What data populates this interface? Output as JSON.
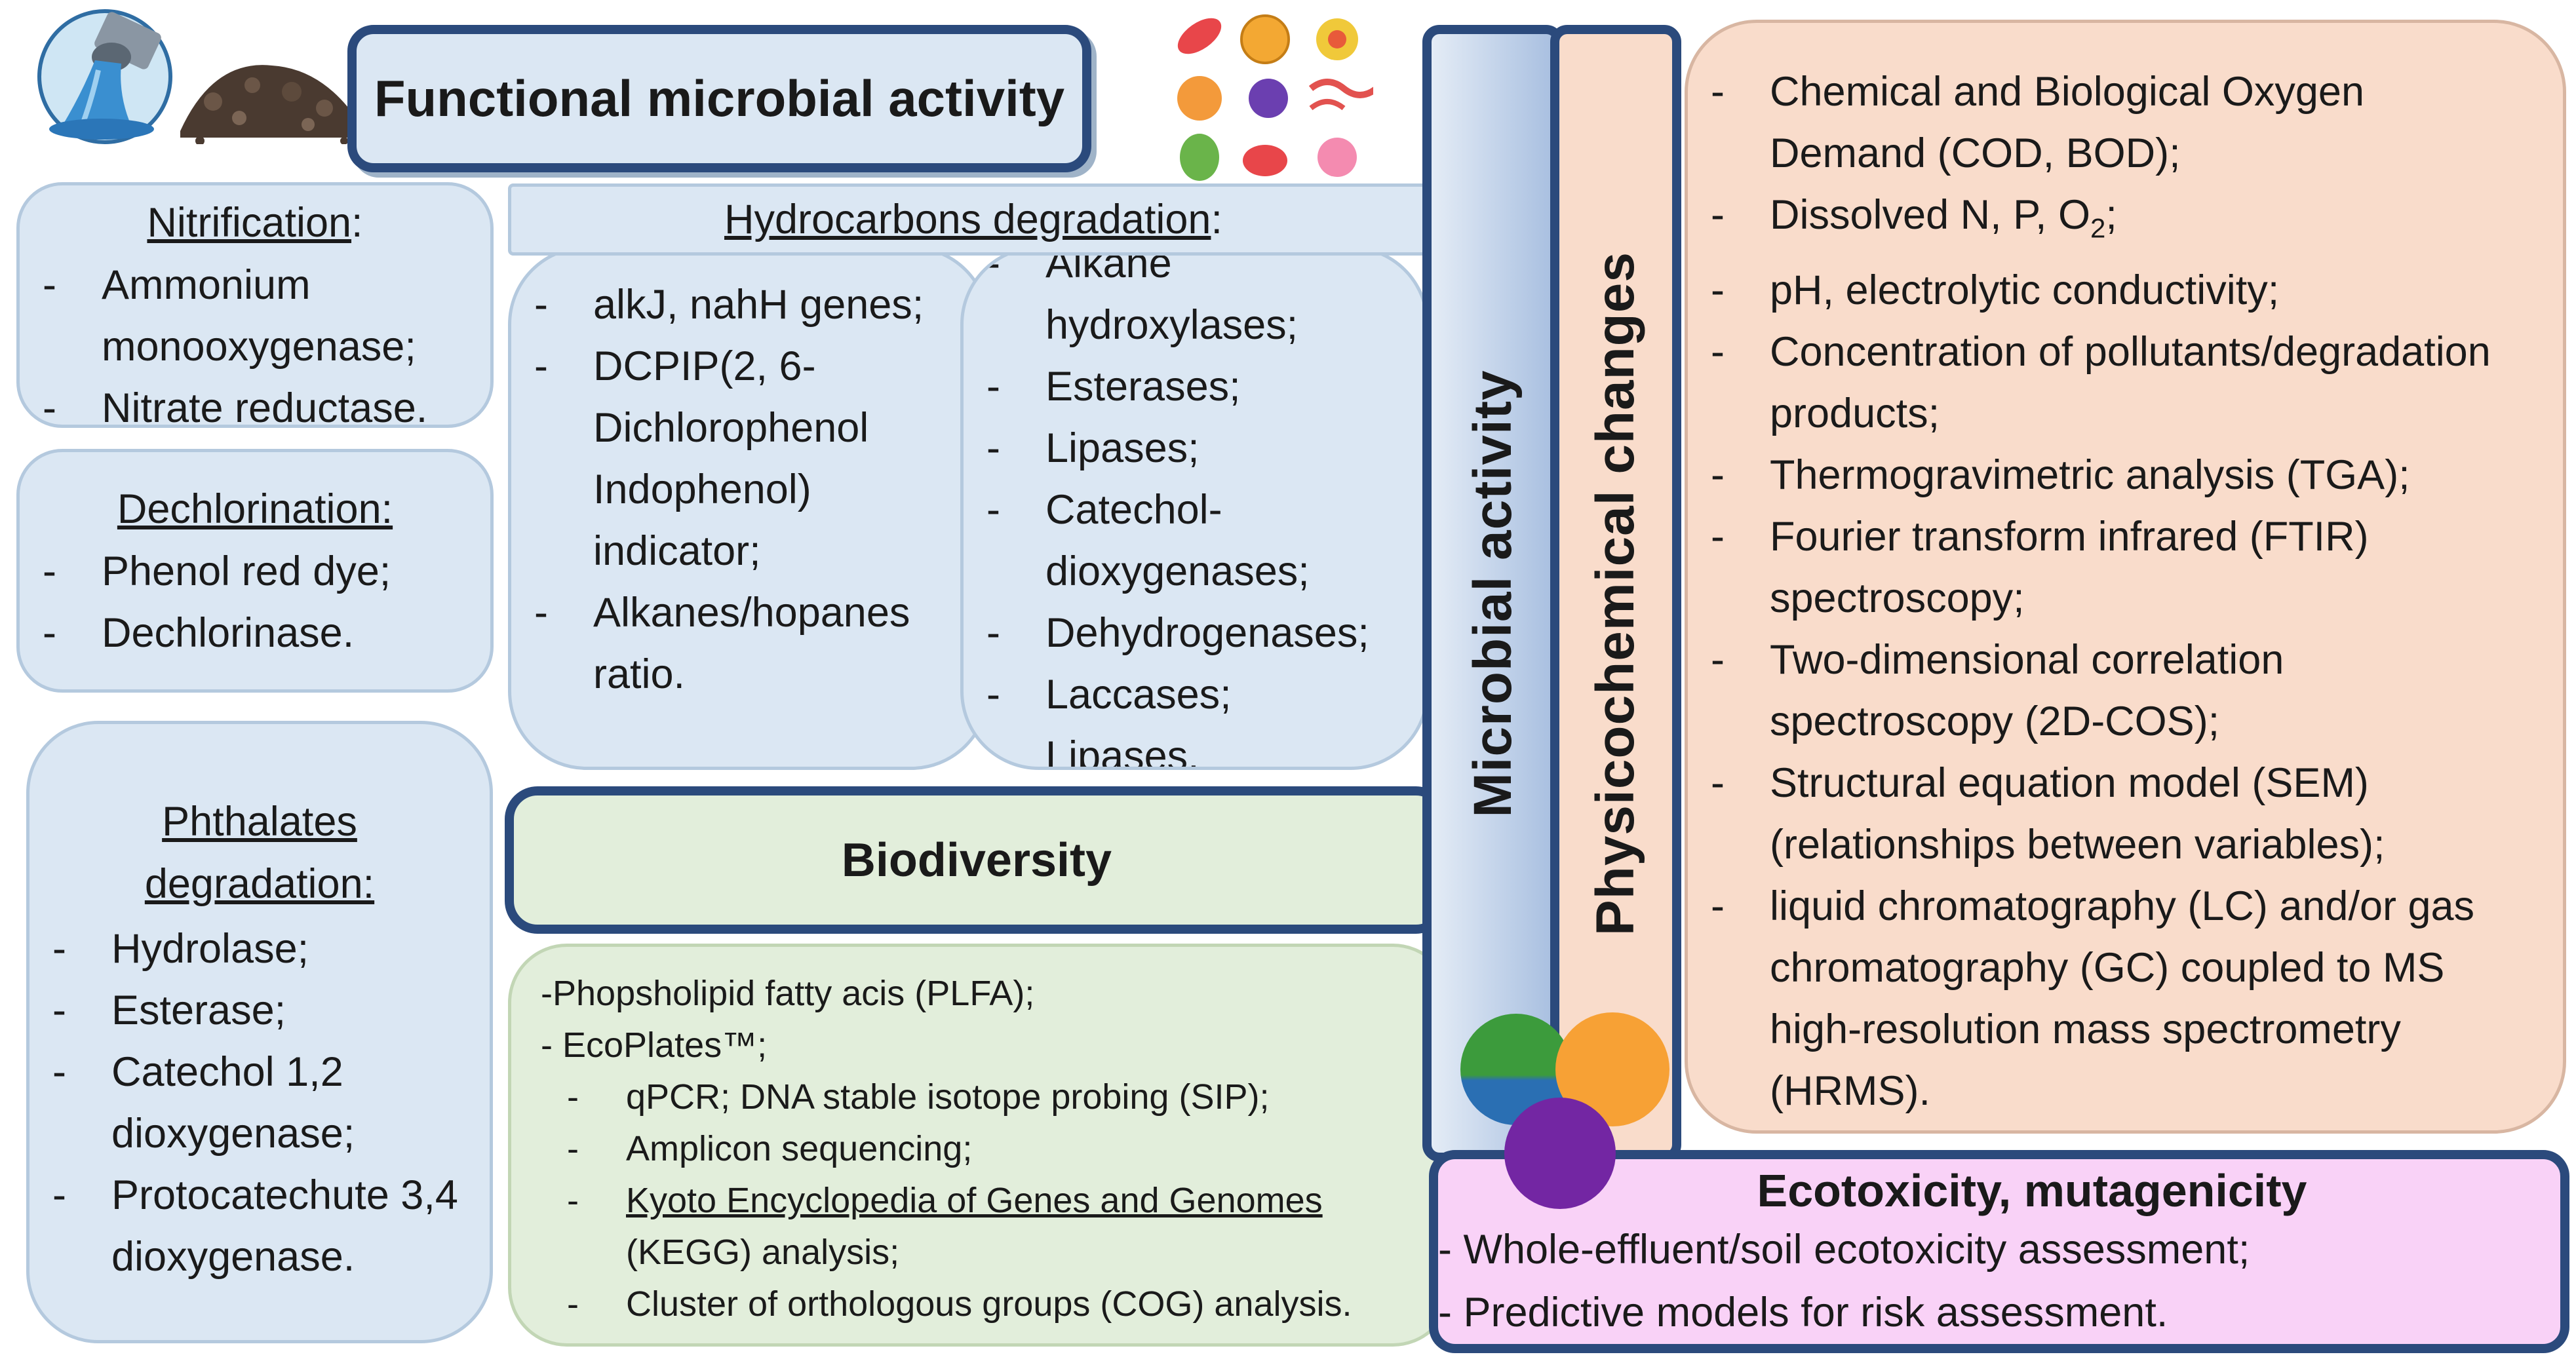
{
  "functional_title": "Functional microbial activity",
  "nitrification": {
    "heading": "Nitrification",
    "colon": ":",
    "items": [
      "Ammonium monooxygenase;",
      "Nitrate reductase."
    ]
  },
  "dechlorination": {
    "heading": "Dechlorination:",
    "items": [
      "Phenol red dye;",
      "Dechlorinase."
    ]
  },
  "phthalates": {
    "heading": "Phthalates degradation:",
    "items": [
      "Hydrolase;",
      "Esterase;",
      "Catechol 1,2 dioxygenase;",
      "Protocatechute 3,4 dioxygenase."
    ]
  },
  "hydrocarbons": {
    "heading": "Hydrocarbons degradation",
    "colon": ":",
    "left_items": [
      "alkJ, nahH genes;",
      "DCPIP(2, 6-Dichlorophenol Indophenol) indicator;",
      "Alkanes/hopanes ratio."
    ],
    "right_items": [
      "Alkane hydroxylases;",
      "Esterases;",
      "Lipases;",
      "Catechol-dioxygenases;",
      "Dehydrogenases;",
      "Laccases;",
      "Lipases."
    ]
  },
  "biodiversity": {
    "title": "Biodiversity",
    "line1": "-Phopsholipid fatty acis (PLFA);",
    "line2": "- EcoPlates™;",
    "line3": "qPCR; DNA stable isotope probing (SIP);",
    "line4": "Amplicon sequencing;",
    "line5_underlined": "Kyoto Encyclopedia of Genes and Genomes",
    "line6": "(KEGG) analysis;",
    "line7": "Cluster of orthologous groups (COG) analysis."
  },
  "microbial_activity_label": "Microbial activity",
  "physicochemical_label": "Physicochemical changes",
  "physicochemical": {
    "items": [
      "Chemical and Biological Oxygen Demand (COD, BOD);",
      "Dissolved N, P, O",
      "pH, electrolytic conductivity;",
      "Concentration of pollutants/degradation products;",
      "Thermogravimetric analysis (TGA);",
      "Fourier transform infrared (FTIR) spectroscopy;",
      "Two-dimensional correlation spectroscopy (2D-COS);",
      "Structural equation model (SEM) (relationships between variables);",
      "liquid chromatography (LC) and/or gas chromatography (GC) coupled to MS high-resolution mass spectrometry (HRMS)."
    ],
    "o2_subscript": "2",
    "o2_suffix": ";"
  },
  "ecotoxicity": {
    "title": "Ecotoxicity, mutagenicity",
    "items": [
      "- Whole-effluent/soil ecotoxicity assessment;",
      "- Predictive models for risk assessment."
    ]
  },
  "colors": {
    "blue_fill": "#dbe7f3",
    "green_fill": "#e2eedb",
    "peach_fill": "#f9dccb",
    "pink_fill": "#f9d2f7",
    "navy_border": "#2b4a7c",
    "circle_green": "#3c9b3c",
    "circle_orange": "#f7a135",
    "circle_purple": "#7326a3"
  },
  "icons": [
    "pipe-discharge-icon",
    "soil-pile-icon",
    "microbes-cluster-icon"
  ]
}
